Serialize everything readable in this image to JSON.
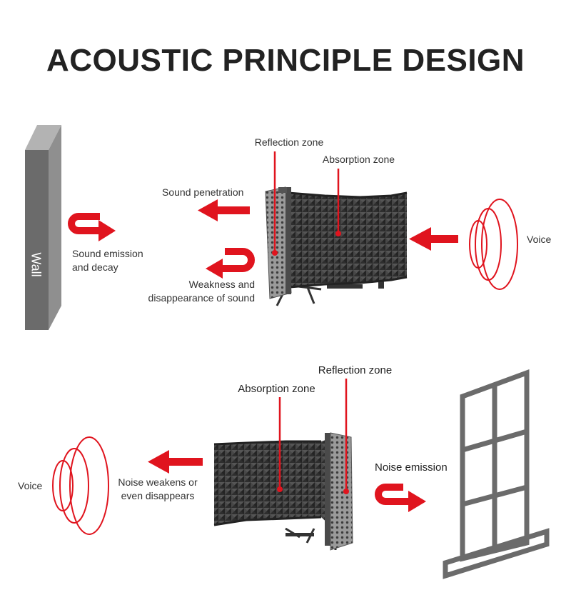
{
  "title": "ACOUSTIC PRINCIPLE DESIGN",
  "colors": {
    "accent": "#e0141e",
    "foam": "#3a3a3a",
    "metal": "#8c8c8c",
    "wall": "#6b6b6b"
  },
  "top": {
    "wall": "Wall",
    "reflection_zone": "Reflection zone",
    "absorption_zone": "Absorption zone",
    "sound_penetration": "Sound penetration",
    "sound_emission_1": "Sound emission",
    "sound_emission_2": "and decay",
    "weakness_1": "Weakness and",
    "weakness_2": "disappearance of sound",
    "voice": "Voice"
  },
  "bottom": {
    "reflection_zone": "Reflection zone",
    "absorption_zone": "Absorption zone",
    "voice": "Voice",
    "noise_weakens_1": "Noise weakens or",
    "noise_weakens_2": "even disappears",
    "noise_emission": "Noise emission"
  },
  "icons": [
    "wall-icon",
    "window-icon",
    "arrow-left-icon",
    "u-turn-arrow-icon",
    "sound-wave-icon",
    "foam-panel-icon"
  ]
}
